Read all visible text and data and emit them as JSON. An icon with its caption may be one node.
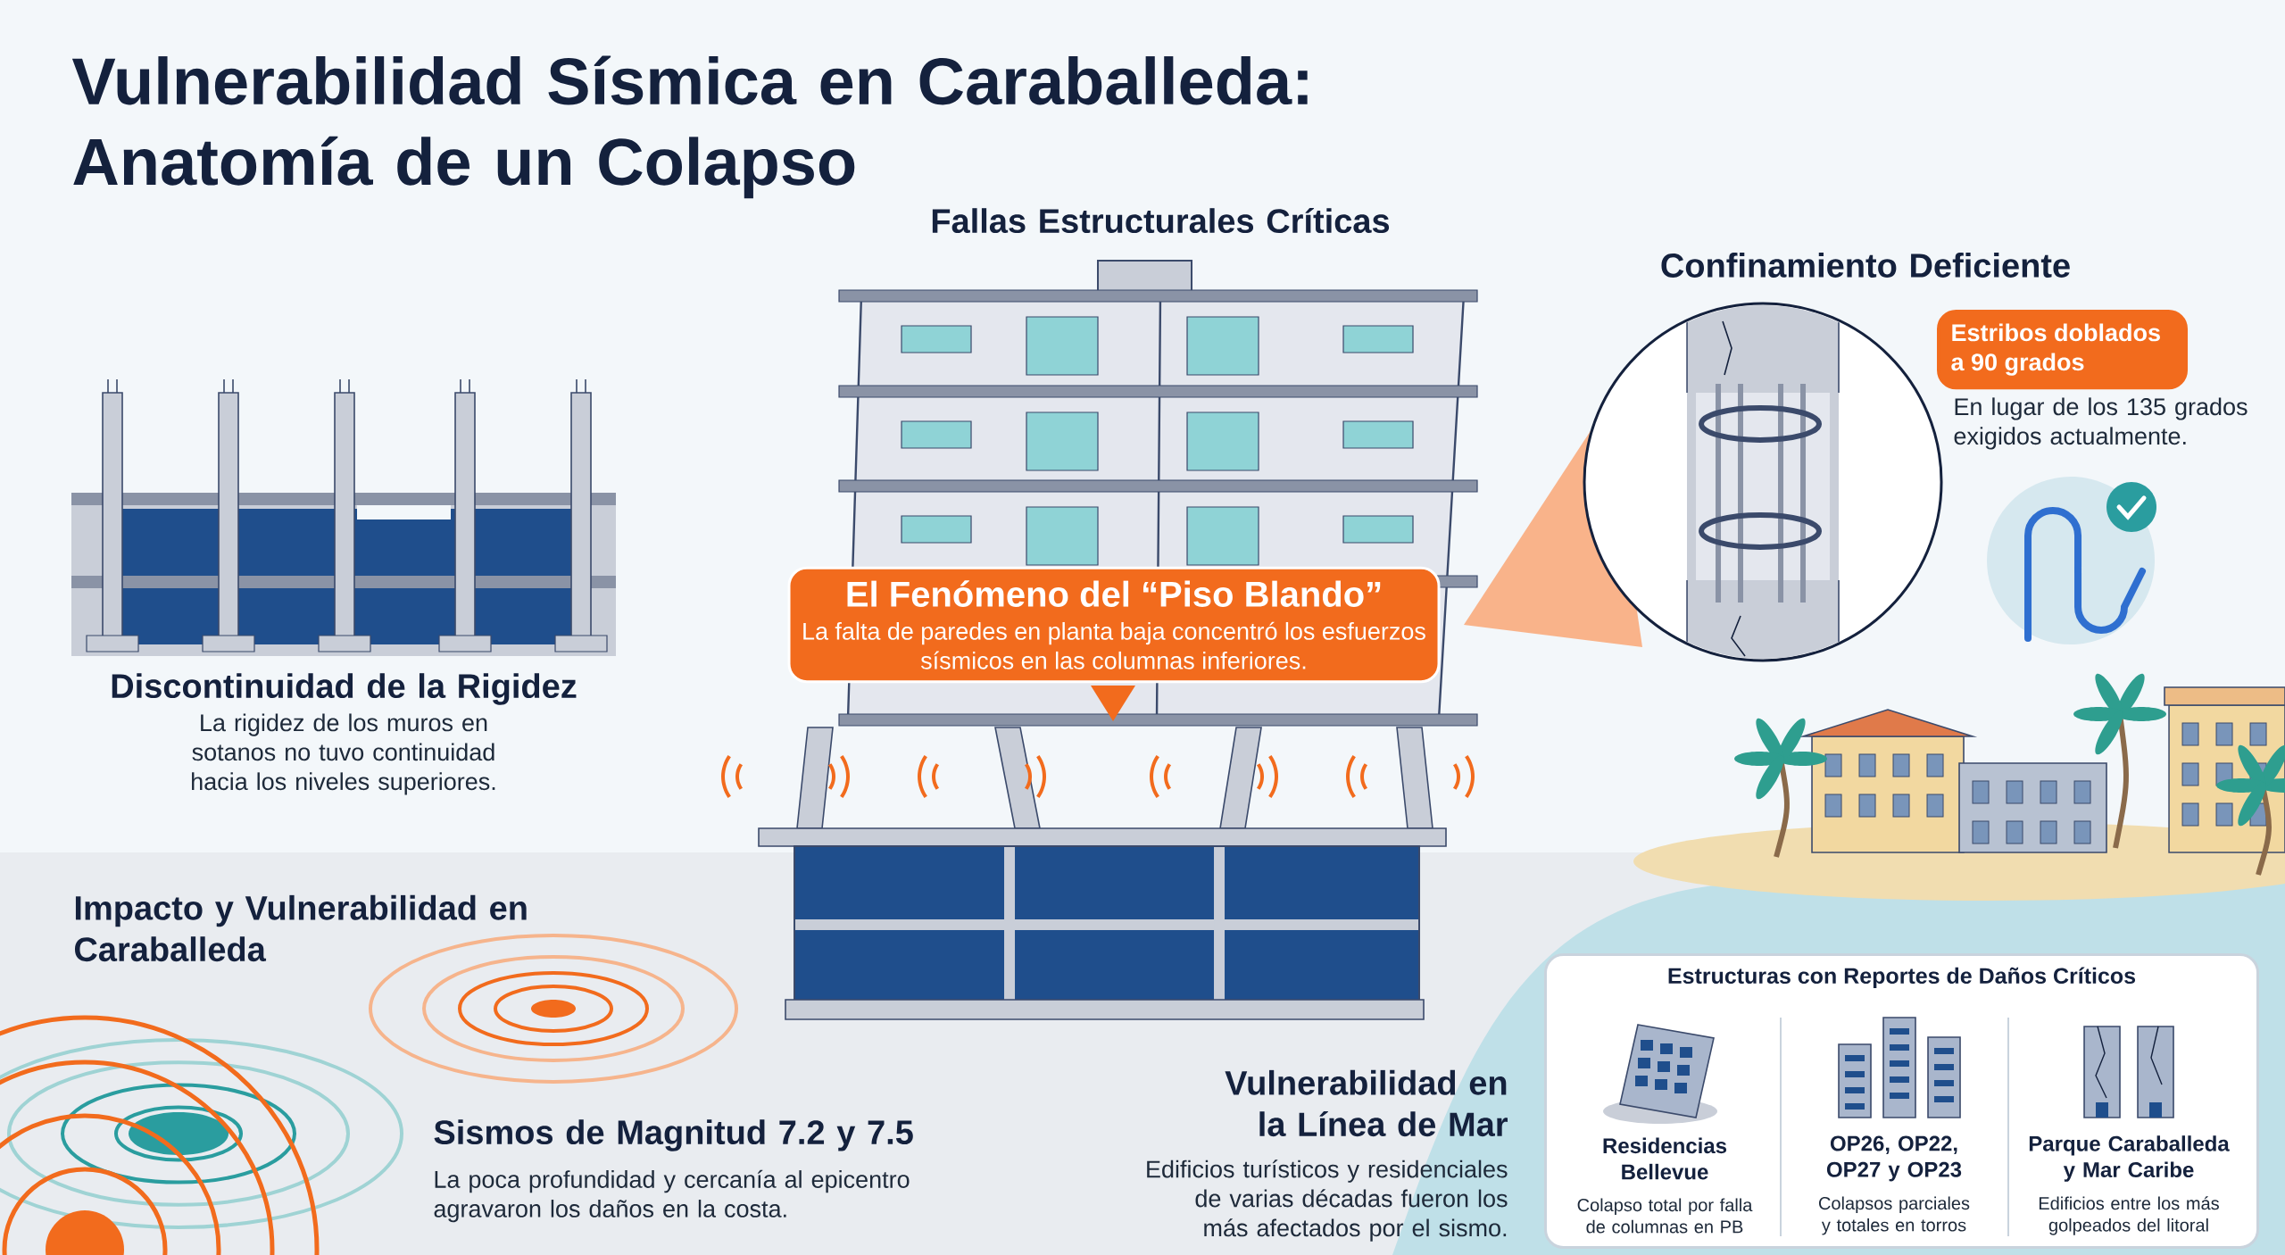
{
  "diagram": {
    "title": "Vulnerabilidad Sísmica en Caraballeda: Anatomía de un Colapso",
    "nodes": [
      {
        "text": [
          "El Fenómeno del “Piso Blando”",
          "La falta de paredes en planta baja concentró los esfuerzos sísmicos en las columnas inferiores."
        ]
      },
      {
        "text": [
          "Estribos doblados a 90 grados"
        ],
        "beside": [
          "En lugar de los 135 grados exigidos actualmente."
        ]
      },
      {
        "text": [
          "Estructuras con Reportes de Daños Críticos"
        ]
      }
    ],
    "labels": [
      "Fallas Estructurales Críticas",
      "Confinamiento Deficiente",
      "Discontinuidad de la Rigidez",
      "La rigidez de los muros en sotanos no tuvo continuidad hacia los niveles superiores.",
      "Impacto y Vulnerabilidad en Caraballeda",
      "Sismos de Magnitud 7.2 y 7.5",
      "La poca profundidad y cercanía al epicentro agravaron los daños en la costa.",
      "Vulnerabilidad en la Línea de Mar",
      "Edificios turísticos y residenciales de varias décadas fueron los más afectados por el sismo.",
      "Residencias Bellevue",
      "Colapso total por falla de columnas en PB",
      "OP26, OP22, OP27 y OP23",
      "Colapsos parciales y totales en torros",
      "Parque Caraballeda y Mar Caribe",
      "Edificios entre los más golpeados del litoral"
    ]
  }
}
